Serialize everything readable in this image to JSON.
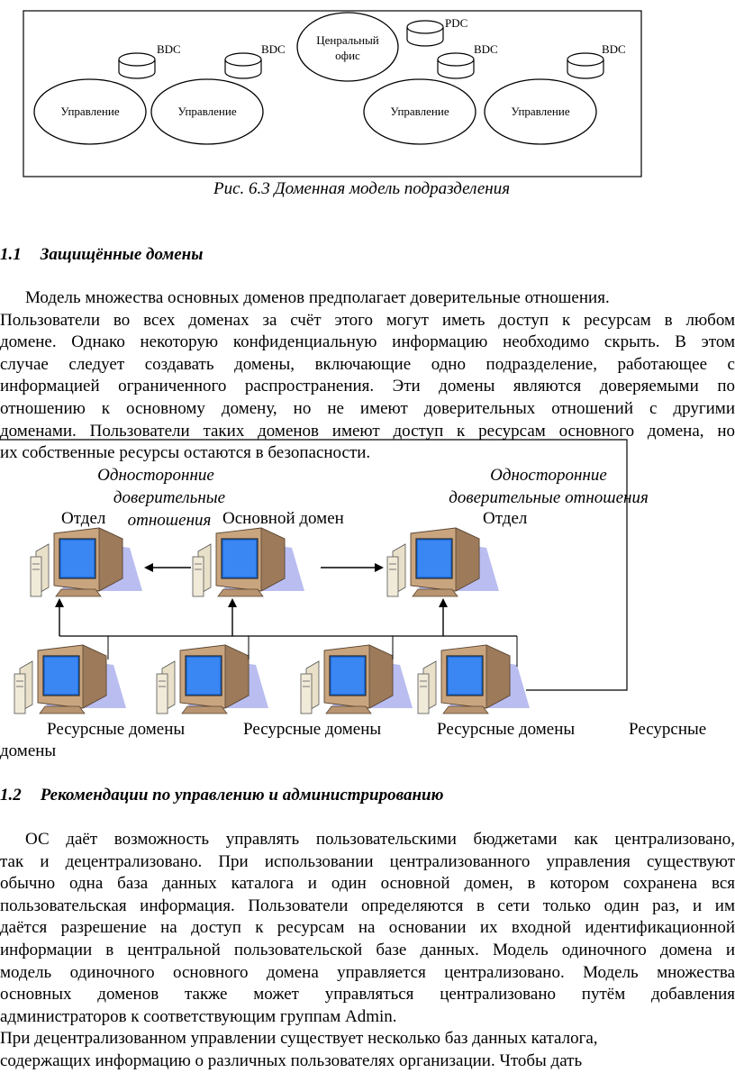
{
  "figure1": {
    "bdc_labels": [
      "BDC",
      "BDC",
      "BDC",
      "BDC"
    ],
    "pdc_label": "PDC",
    "central_office": [
      "Ценральный",
      "офис"
    ],
    "management_labels": [
      "Управление",
      "Управление",
      "Управление",
      "Управление"
    ],
    "caption": "Рис. 6.3 Доменная модель подразделения"
  },
  "section1": {
    "number": "1.1",
    "title": "Защищённые домены",
    "para_lines": [
      "Модель множества основных доменов предполагает доверительные отношения.",
      "Пользователи во всех доменах за счёт этого могут иметь доступ к ресурсам в любом",
      "домене. Однако некоторую конфиденциальную информацию необходимо скрыть. В этом",
      "случае следует создавать домены, включающие одно подразделение, работающее с",
      "информацией ограниченного распространения. Эти домены являются доверяемыми по",
      "отношению к основному домену, но не имеют доверительных отношений с другими",
      "доменами. Пользователи таких доменов имеют доступ к ресурсам основного домена, но",
      "их собственные ресурсы остаются в безопасности."
    ]
  },
  "figure2": {
    "left_trust": [
      "Односторонние",
      "доверительные отношения"
    ],
    "right_trust": [
      "Односторонние",
      "доверительные отношения"
    ],
    "label_left": "Отдел",
    "label_center": "Основной домен",
    "label_right": "Отдел",
    "resource_labels": [
      "Ресурсные домены",
      "Ресурсные домены",
      "Ресурсные домены",
      "Ресурсные"
    ],
    "resource_wrap": "домены"
  },
  "section2": {
    "number": "1.2",
    "title": "Рекомендации по управлению и администрированию",
    "para_lines": [
      "ОС даёт возможность управлять пользовательскими бюджетами как централизовано,",
      "так и децентрализовано. При использовании централизованного управления существуют",
      "обычно одна база данных каталога и один основной домен, в котором сохранена вся",
      "пользовательская информация. Пользователи определяются в сети только один раз, и им",
      "даётся разрешение на доступ к ресурсам на основании их входной идентификационной",
      "информации в центральной пользовательской базе данных. Модель одиночного домена и",
      "модель одиночного основного домена управляется централизовано. Модель множества",
      "основных доменов также может управляться централизовано путём добавления",
      "администраторов к соответствующим группам Admin."
    ],
    "para2_lines": [
      "При децентрализованном управлении существует несколько баз данных каталога,",
      "содержащих информацию о различных пользователях организации. Чтобы дать"
    ]
  }
}
